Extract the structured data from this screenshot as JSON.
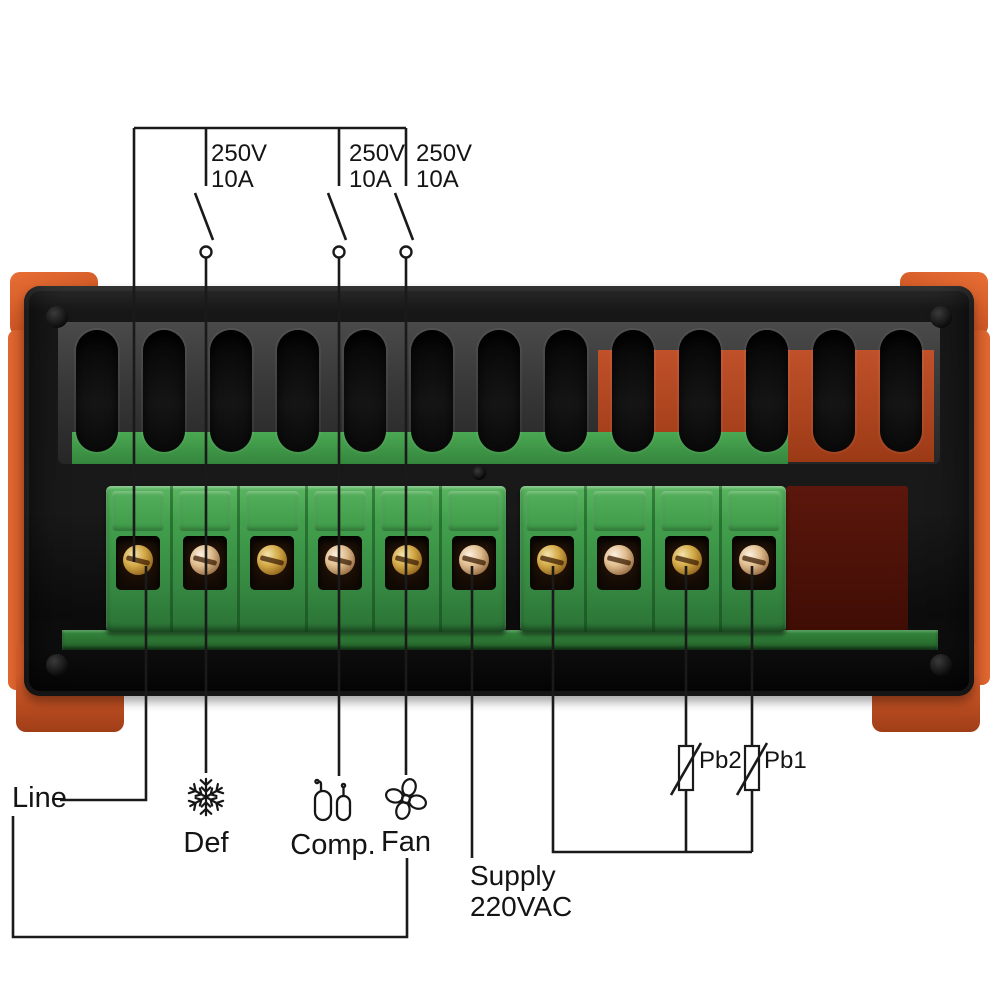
{
  "diagram": {
    "relay_ratings": [
      {
        "label": "250V\n10A"
      },
      {
        "label": "250V\n10A"
      },
      {
        "label": "250V\n10A"
      }
    ],
    "labels": {
      "line": "Line",
      "defrost": "Def",
      "compressor": "Comp.",
      "fan": "Fan",
      "supply": "Supply\n220VAC",
      "pb2": "Pb2",
      "pb1": "Pb1"
    }
  },
  "device": {
    "vent_slot_count": 13,
    "left_terminal_count": 6,
    "right_terminal_count": 4
  },
  "colors": {
    "body_orange": "#d85a28",
    "housing_black": "#161616",
    "terminal_green": "#42a04c",
    "relay_compartment_orange": "#b0481f",
    "sensor_panel_maroon": "#4e1309",
    "screw_brass": "#d3a947",
    "wire": "#1a1a1a"
  }
}
